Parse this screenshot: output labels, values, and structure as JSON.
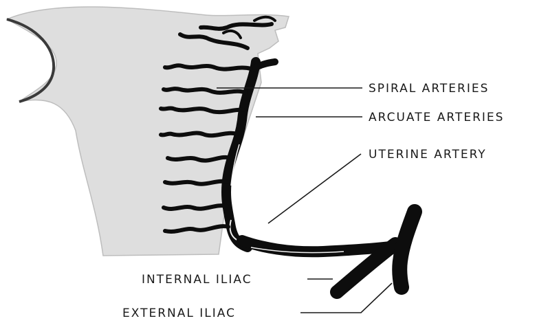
{
  "labels": {
    "spiral_arteries": "SPIRAL ARTERIES",
    "arcuate_arteries": "ARCUATE ARTERIES",
    "uterine_artery": "UTERINE ARTERY",
    "internal_iliac": "INTERNAL ILIAC",
    "external_iliac": "EXTERNAL ILIAC"
  },
  "colors": {
    "uterus_fill": "#dedede",
    "artery": "#0d0d0d",
    "highlight": "#f2f2f2",
    "text": "#1a1a1a",
    "background": "#ffffff"
  }
}
